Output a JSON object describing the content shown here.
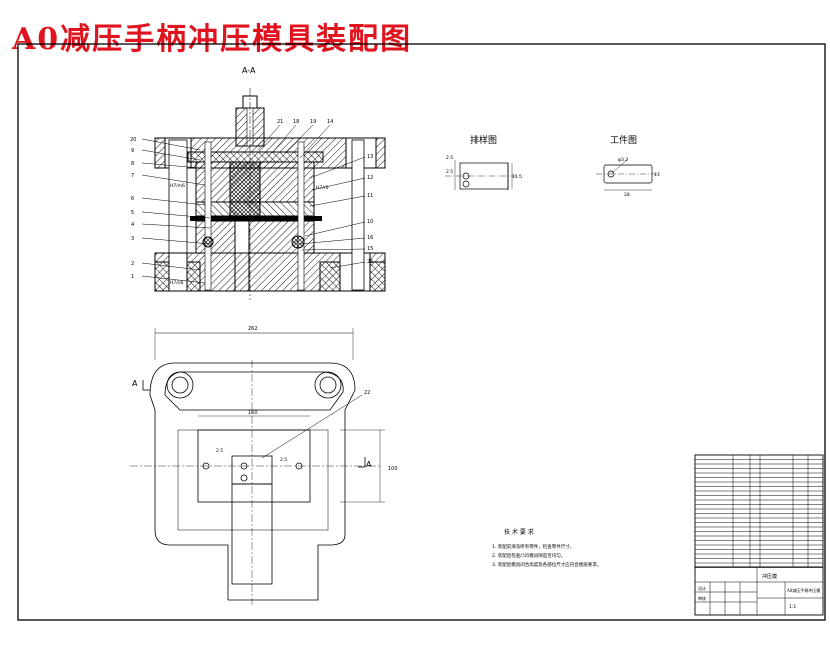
{
  "title": "A0减压手柄冲压模具装配图",
  "section_label": "A-A",
  "view_marker_letter": "A",
  "blank_layout_title": "排样图",
  "workpiece_title": "工件图",
  "layout_dims": {
    "pitch": "2.5",
    "thick": "2.5",
    "width": "11.5"
  },
  "workpiece_dims": {
    "hole": "φ3.2",
    "width": "11",
    "len": "28"
  },
  "plan_dims": {
    "overall": "262",
    "inner": "160",
    "side": "100",
    "small_left": "2.5",
    "small_right": "2.5"
  },
  "callouts_top": [
    "21",
    "18",
    "19",
    "14"
  ],
  "callouts_left": [
    "20",
    "9",
    "8",
    "7",
    "6",
    "5",
    "4",
    "3",
    "2",
    "1"
  ],
  "callouts_right": [
    "13",
    "12",
    "11",
    "10",
    "16",
    "15",
    "25"
  ],
  "fit_labels": [
    "H7/m6",
    "H7/r6",
    "H7/n6"
  ],
  "callout_plan": "22",
  "tech_title": "技 术 要 求",
  "tech_notes": [
    "1. 装配前清洗所有零件，检查零件尺寸。",
    "2. 装配后检查凸凹模间隙是否均匀。",
    "3. 装配后模具闭合高度及各部位尺寸应符合图纸要求。"
  ],
  "title_block": {
    "drawing_name": "冲压模",
    "part_name": "A0减压手柄冲压模",
    "scale_label": "1:1",
    "designer": "设计",
    "checker": "审核"
  },
  "colors": {
    "title": "#e0141e",
    "line": "#000000",
    "hatch": "#000000"
  }
}
